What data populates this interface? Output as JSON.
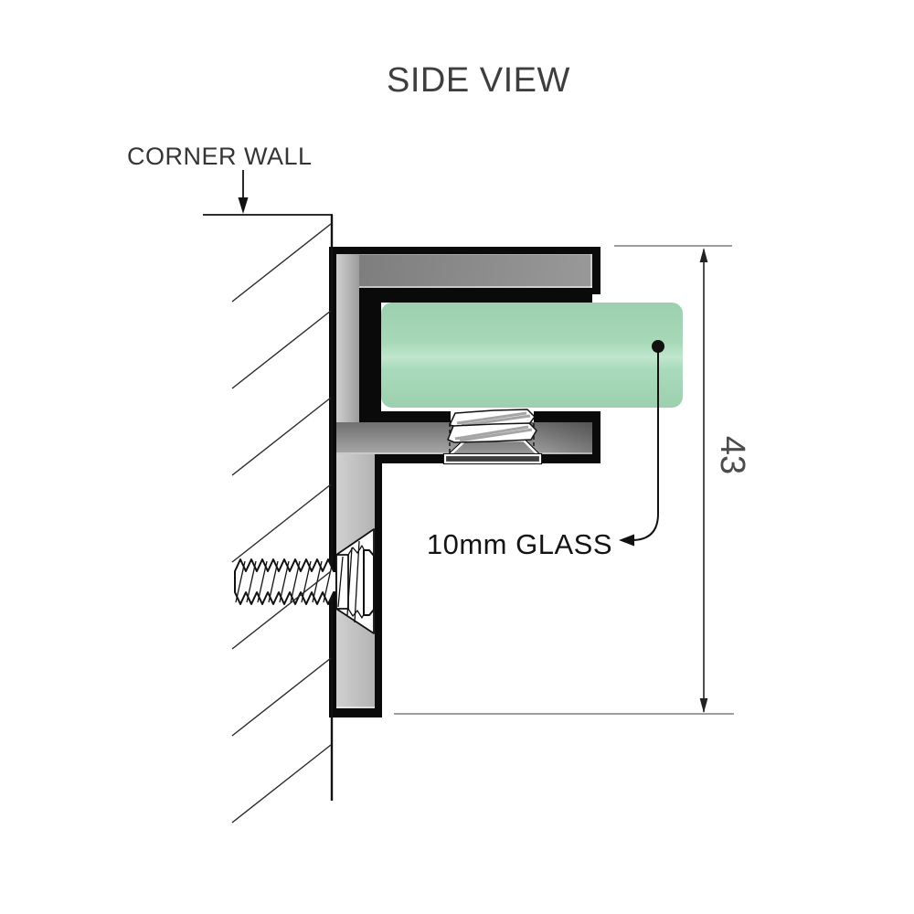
{
  "title": "SIDE VIEW",
  "annotations": {
    "corner_wall": "CORNER WALL",
    "glass_callout": "10mm GLASS",
    "dimension_value": "43"
  },
  "colors": {
    "glass_green": "#a6d8b8",
    "metal_gray_dark": "#757575",
    "metal_gray_light": "#cfcfcf",
    "outline_black": "#0a0a0a",
    "label_text": "#3e3e3e",
    "extension_gray": "#8f8f8f"
  }
}
